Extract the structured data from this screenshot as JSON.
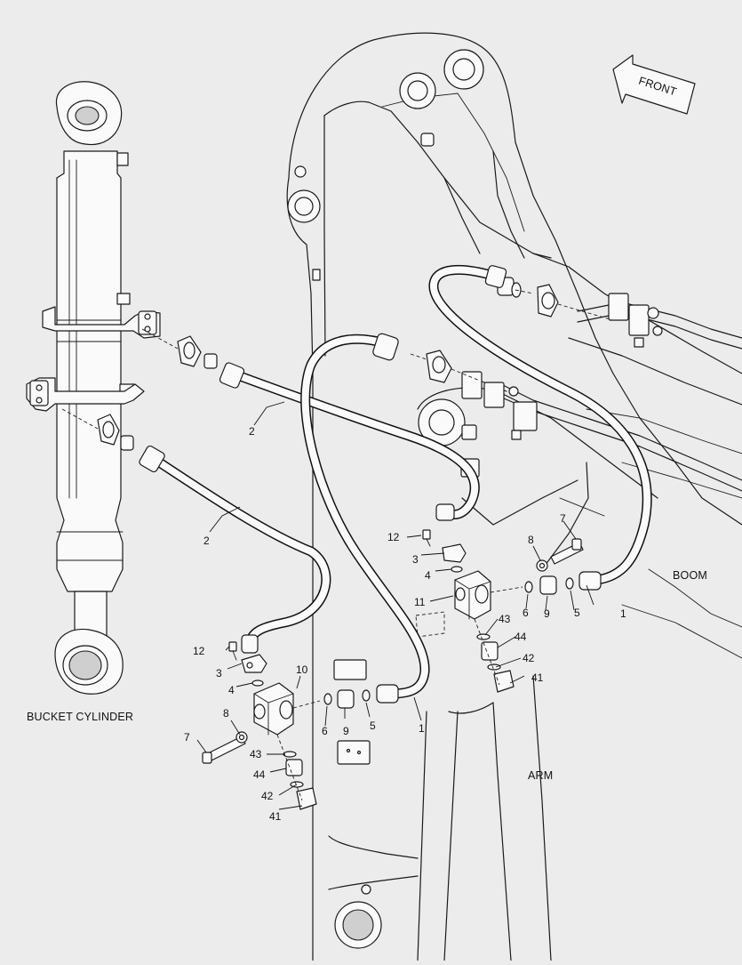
{
  "labels": {
    "bucket_cylinder": "BUCKET CYLINDER",
    "boom": "BOOM",
    "arm": "ARM",
    "front": "FRONT"
  },
  "callouts": {
    "hose_right_1": "1",
    "hose_left_1": "1",
    "hose_upper_2": "2",
    "hose_lower_2": "2",
    "clamp_left_3": "3",
    "clamp_right_3": "3",
    "ring_left_4": "4",
    "ring_right_4": "4",
    "oring_left_5": "5",
    "oring_right_5": "5",
    "oring_left_6": "6",
    "oring_right_6": "6",
    "bolt_left_7": "7",
    "bolt_right_7": "7",
    "washer_left_8": "8",
    "washer_right_8": "8",
    "adapter_left_9": "9",
    "adapter_right_9": "9",
    "block_left_10": "10",
    "block_right_11": "11",
    "bolt_left_12": "12",
    "bolt_right_12": "12",
    "cap_left_41": "41",
    "cap_right_41": "41",
    "oring_left_42": "42",
    "oring_right_42": "42",
    "oring_left_43": "43",
    "oring_right_43": "43",
    "plug_left_44": "44",
    "plug_right_44": "44"
  },
  "colors": {
    "background": "#ececec",
    "line": "#1a1a1a",
    "part_fill": "#fafafa"
  }
}
